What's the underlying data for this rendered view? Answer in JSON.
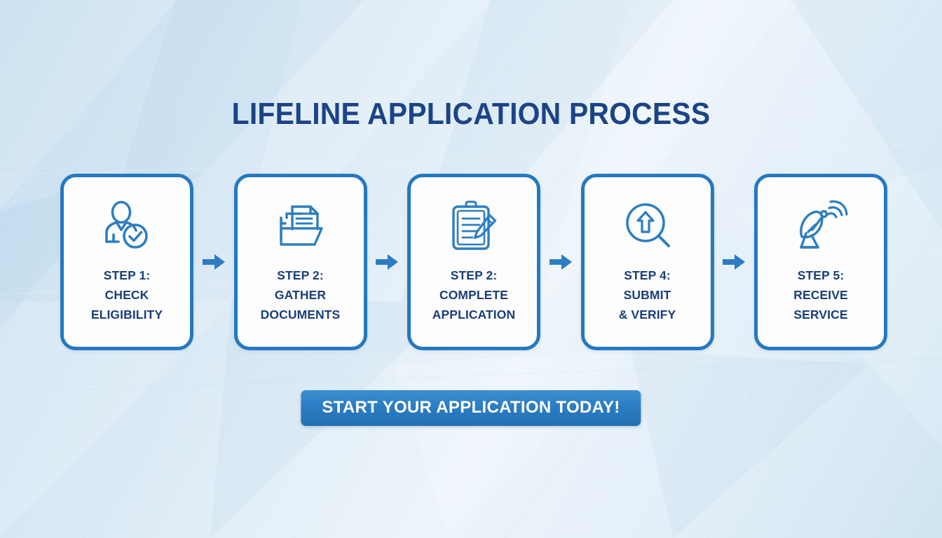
{
  "page": {
    "title": "LIFELINE APPLICATION PROCESS",
    "background_color": "#dceaf5",
    "accent_color": "#2479c0",
    "title_color": "#1b4487",
    "label_color": "#1b3f79"
  },
  "flow": {
    "arrow_icon": "arrow-right-icon",
    "steps": [
      {
        "icon": "person-check-icon",
        "step": "STEP 1:",
        "line2": "CHECK",
        "line3": "ELIGIBILITY",
        "label": "STEP 1:\nCHECK\nELIGIBILITY"
      },
      {
        "icon": "folder-documents-icon",
        "step": "STEP 2:",
        "line2": "GATHER",
        "line3": "DOCUMENTS",
        "label": "STEP 2:\nGATHER\nDOCUMENTS"
      },
      {
        "icon": "clipboard-pencil-icon",
        "step": "STEP 2:",
        "line2": "COMPLETE",
        "line3": "APPLICATION",
        "label": "STEP 2:\nCOMPLETE\nAPPLICATION"
      },
      {
        "icon": "magnifier-upload-icon",
        "step": "STEP 4:",
        "line2": "SUBMIT",
        "line3": "& VERIFY",
        "label": "STEP 4:\nSUBMIT\n& VERIFY"
      },
      {
        "icon": "satellite-dish-icon",
        "step": "STEP 5:",
        "line2": "RECEIVE",
        "line3": "SERVICE",
        "label": "STEP 5:\nRECEIVE\nSERVICE"
      }
    ]
  },
  "cta": {
    "label": "START YOUR APPLICATION TODAY!",
    "background_color": "#2b7cc2",
    "text_color": "#ffffff"
  }
}
